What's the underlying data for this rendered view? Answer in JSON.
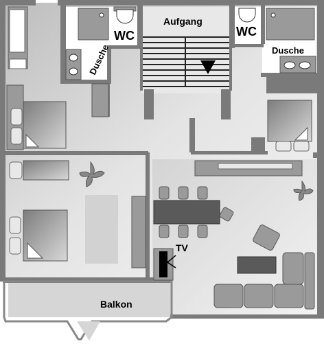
{
  "labels": {
    "stairs": "Aufgang",
    "wc_left": "WC",
    "wc_right": "WC",
    "shower_left": "Dusche",
    "shower_right": "Dusche",
    "tv": "TV",
    "balcony": "Balkon"
  },
  "colors": {
    "wall": "#7a7a7a",
    "floor_light": "#e6e6e6",
    "floor_dark": "#c4c4c4",
    "furniture": "#9a9a9a",
    "arrow": "#000000"
  }
}
